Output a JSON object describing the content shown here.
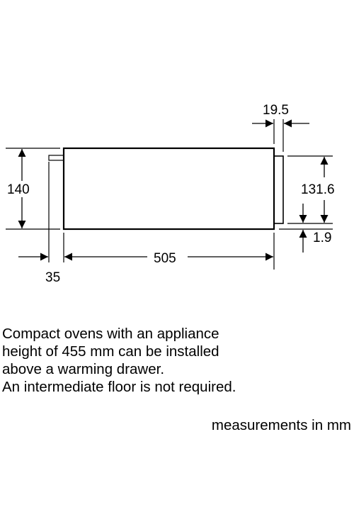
{
  "dimensions": {
    "height_label": "140",
    "depth_label": "505",
    "handle_label": "35",
    "front_thickness_label": "19.5",
    "front_height_label": "131.6",
    "gap_label": "1.9"
  },
  "description": {
    "lines": [
      "Compact ovens with an appliance",
      "height of 455 mm can be installed",
      "above a warming drawer.",
      "An intermediate floor is not required."
    ]
  },
  "units_note": "measurements in mm"
}
